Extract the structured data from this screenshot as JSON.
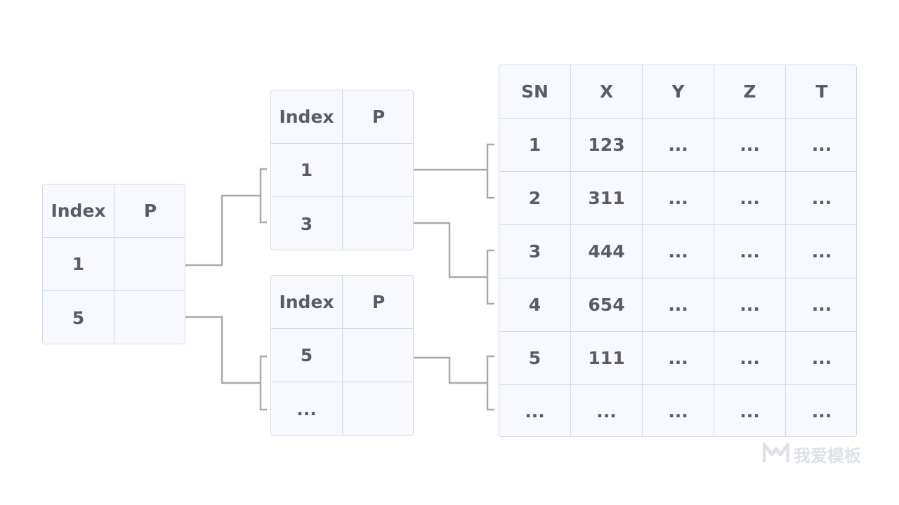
{
  "root_table": {
    "headers": [
      "Index",
      "P"
    ],
    "rows": [
      [
        "1",
        ""
      ],
      [
        "5",
        ""
      ]
    ]
  },
  "mid_table_a": {
    "headers": [
      "Index",
      "P"
    ],
    "rows": [
      [
        "1",
        ""
      ],
      [
        "3",
        ""
      ]
    ]
  },
  "mid_table_b": {
    "headers": [
      "Index",
      "P"
    ],
    "rows": [
      [
        "5",
        ""
      ],
      [
        "...",
        ""
      ]
    ]
  },
  "data_table": {
    "headers": [
      "SN",
      "X",
      "Y",
      "Z",
      "T"
    ],
    "rows": [
      [
        "1",
        "123",
        "...",
        "...",
        "..."
      ],
      [
        "2",
        "311",
        "...",
        "...",
        "..."
      ],
      [
        "3",
        "444",
        "...",
        "...",
        "..."
      ],
      [
        "4",
        "654",
        "...",
        "...",
        "..."
      ],
      [
        "5",
        "111",
        "...",
        "...",
        "..."
      ],
      [
        "...",
        "...",
        "...",
        "...",
        "..."
      ]
    ]
  },
  "watermark": {
    "text": "我爱模板",
    "icon": "logo-m-icon"
  },
  "colors": {
    "cell_background": "#f8f9fe",
    "border": "#d3dbe3",
    "text": "#5a5c62",
    "connector": "#a9a9a9",
    "watermark": "#c4cbd6"
  }
}
